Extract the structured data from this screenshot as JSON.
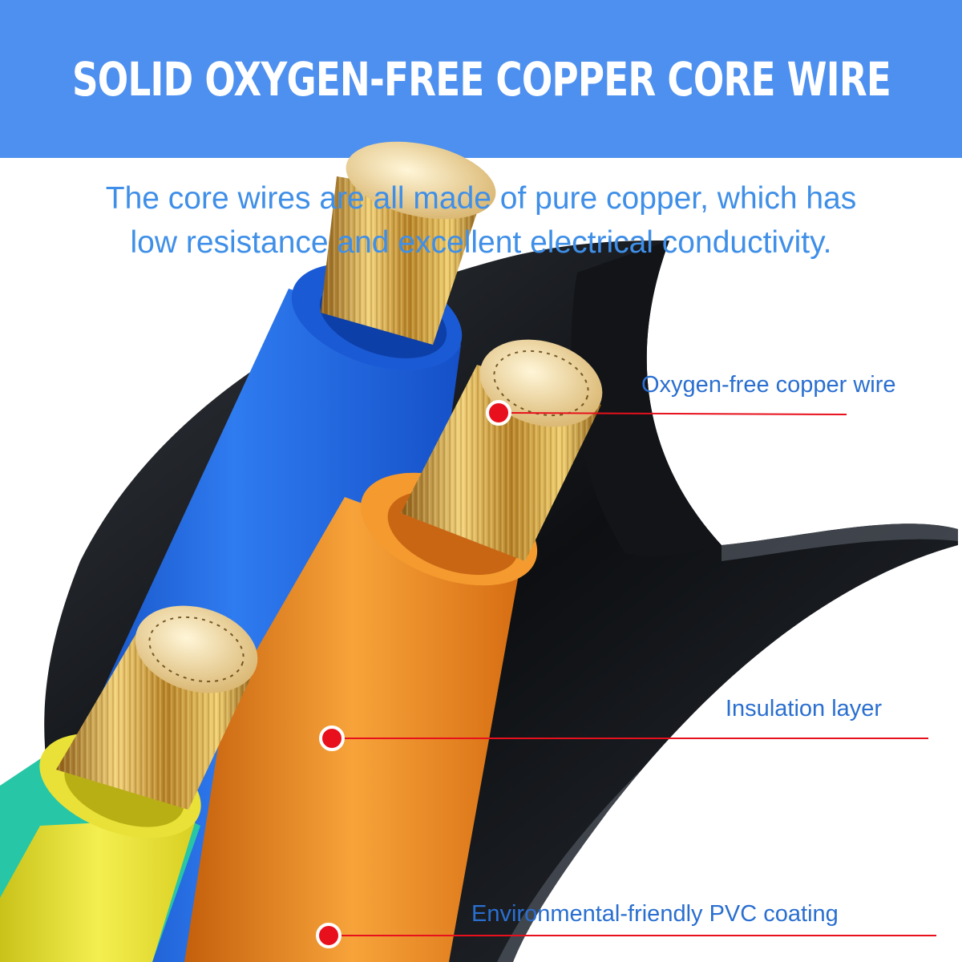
{
  "banner": {
    "title": "SOLID OXYGEN-FREE COPPER CORE WIRE",
    "background_color": "#4d90ef"
  },
  "subtitle": {
    "line1": "The core wires are all made of pure copper, which has",
    "line2": "low resistance and excellent electrical conductivity.",
    "color": "#3f8fe8"
  },
  "callouts": {
    "copper": "Oxygen-free copper wire",
    "insulation": "Insulation layer",
    "pvc": "Environmental-friendly PVC coating",
    "marker_color": "#e8101c"
  },
  "illustration": {
    "wire_colors": [
      "#1f63d8",
      "#ef8a1e",
      "#e8e030",
      "#27c6a6"
    ],
    "sheath_color": "#1a1d22",
    "copper_color": "#d4a43a"
  }
}
